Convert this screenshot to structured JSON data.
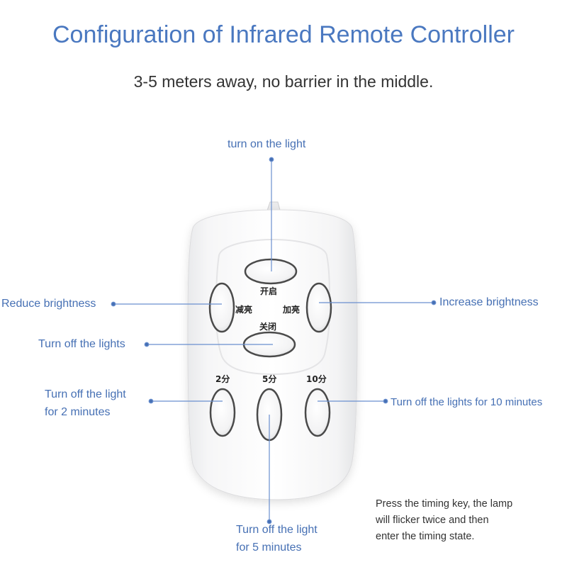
{
  "title": "Configuration of Infrared Remote Controller",
  "subtitle": "3-5 meters away, no barrier in the middle.",
  "labels": {
    "on": "turn on the light",
    "reduce": "Reduce brightness",
    "increase": "Increase brightness",
    "off": "Turn off the lights",
    "off2_line1": "Turn off the light",
    "off2_line2": "for 2 minutes",
    "off10": "Turn off the lights for 10 minutes",
    "off5_line1": "Turn off the light",
    "off5_line2": "for 5 minutes"
  },
  "remote_labels": {
    "on": "开启",
    "reduce": "减亮",
    "increase": "加亮",
    "off": "关闭",
    "t2": "2分",
    "t5": "5分",
    "t10": "10分"
  },
  "note": {
    "line1": "Press the timing key, the lamp",
    "line2": "will flicker twice and then",
    "line3": "enter the timing state."
  },
  "colors": {
    "title": "#4a78c0",
    "callout": "#4670b4",
    "line": "#6a8fcf"
  }
}
